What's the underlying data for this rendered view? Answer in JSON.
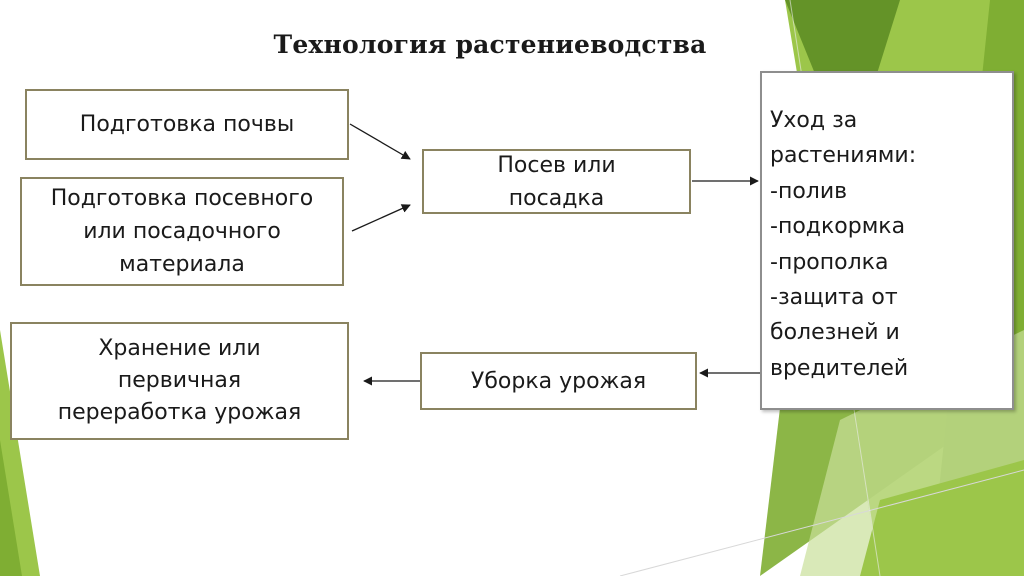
{
  "colors": {
    "green_light": "#9cc64a",
    "green_mid": "#7fae33",
    "green_dark": "#5a8a22",
    "green_pale": "#c9df9a",
    "box_border": "#8a8360",
    "arrow": "#1a1a1a"
  },
  "title": "Технология растениеводства",
  "boxes": {
    "soil_prep": {
      "lines": [
        "Подготовка почвы"
      ]
    },
    "seed_prep": {
      "lines": [
        "Подготовка посевного",
        "или посадочного",
        "материала"
      ]
    },
    "sowing": {
      "lines": [
        "Посев или",
        "посадка"
      ]
    },
    "care": {
      "lines": [
        "Уход за",
        "растениями:",
        "-полив",
        "-подкормка",
        "-прополка",
        "-защита от",
        "болезней и",
        "вредителей"
      ]
    },
    "harvest": {
      "lines": [
        "Уборка урожая"
      ]
    },
    "storage": {
      "lines": [
        "Хранение или",
        "первичная",
        "переработка урожая"
      ]
    }
  }
}
